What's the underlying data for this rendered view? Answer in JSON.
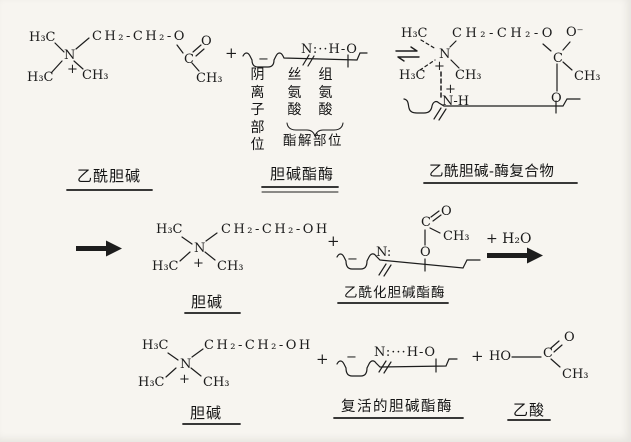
{
  "figure": {
    "ink": "#1d1d1d",
    "paper": "#f7f5f0",
    "row1": {
      "acetylcholine": {
        "h3c_top": "H₃C",
        "h3c_bottom": "H₃C",
        "n": "N",
        "n_charge": "+",
        "ch3_right": "CH₃",
        "chain": "CH₂-CH₂-O",
        "c": "C",
        "o_carbonyl": "O",
        "ch3_acetyl": "CH₃",
        "name": "乙酰胆碱"
      },
      "plus": "+",
      "cholinesterase": {
        "active_site": "N:··H-O",
        "anionic_charge": "−",
        "col_anionic": "阴离子部位",
        "col_serine": "丝氨酸",
        "col_histidine": "组氨酸",
        "esteratic": "酯解部位",
        "name": "胆碱酯酶"
      },
      "complex": {
        "h3c_top": "H₃C",
        "h3c_bottom": "H₃C",
        "n": "N",
        "n_charge": "+",
        "ch3_right": "CH₃",
        "chain": "CH₂-CH₂-O",
        "o_minus": "O⁻",
        "c": "C",
        "ch3_acetyl": "CH₃",
        "o_ester": "O",
        "nh": "N-H",
        "nh_charge": "+",
        "name": "乙酰胆碱-酶复合物"
      }
    },
    "row2": {
      "choline": {
        "h3c_top": "H₃C",
        "h3c_bottom": "H₃C",
        "n": "N",
        "n_charge": "+",
        "ch3_right": "CH₃",
        "chain": "CH₂-CH₂-OH",
        "name": "胆碱"
      },
      "plus": "+",
      "acetylated_enzyme": {
        "n": "N:",
        "anionic_charge": "−",
        "c": "C",
        "o_carbonyl": "O",
        "ch3": "CH₃",
        "o_ester": "O",
        "name": "乙酰化胆碱酯酶"
      },
      "plus_h2o": "+ H₂O"
    },
    "row3": {
      "choline": {
        "h3c_top": "H₃C",
        "h3c_bottom": "H₃C",
        "n": "N",
        "n_charge": "+",
        "ch3_right": "CH₃",
        "chain": "CH₂-CH₂-OH",
        "name": "胆碱"
      },
      "plus": "+",
      "regenerated_enzyme": {
        "active_site": "N:···H-O",
        "anionic_charge": "−",
        "name": "复活的胆碱酯酶"
      },
      "plus2": "+",
      "acetic_acid": {
        "ho": "HO",
        "c": "C",
        "o_carbonyl": "O",
        "ch3": "CH₃",
        "name": "乙酸"
      }
    }
  }
}
